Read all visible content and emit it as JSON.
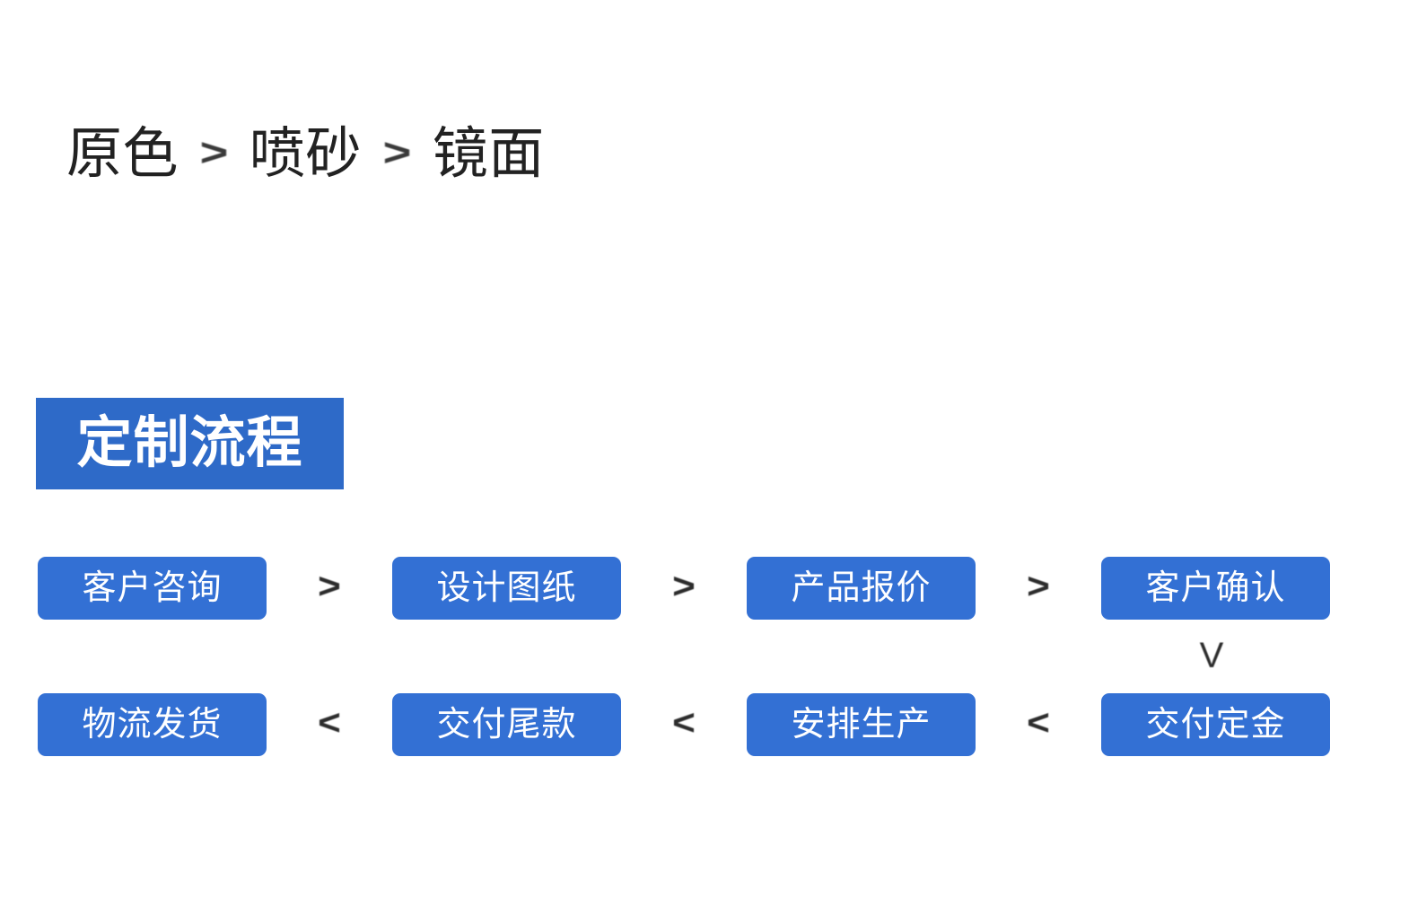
{
  "finish_sequence": {
    "items": [
      {
        "label": "原色"
      },
      {
        "label": "喷砂"
      },
      {
        "label": "镜面"
      }
    ],
    "separator": ">"
  },
  "section": {
    "heading": "定制流程",
    "heading_bg_color": "#2E6AC8"
  },
  "process_flow": {
    "step_bg_color": "#3370D4",
    "step_text_color": "#FFFFFF",
    "forward_connector": ">",
    "backward_connector": "<",
    "down_connector": "V",
    "row1": [
      {
        "label": "客户咨询"
      },
      {
        "label": "设计图纸"
      },
      {
        "label": "产品报价"
      },
      {
        "label": "客户确认"
      }
    ],
    "row2": [
      {
        "label": "物流发货"
      },
      {
        "label": "交付尾款"
      },
      {
        "label": "安排生产"
      },
      {
        "label": "交付定金"
      }
    ]
  }
}
